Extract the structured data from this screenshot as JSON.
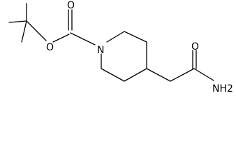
{
  "molecule": {
    "atoms": {
      "carbonyl_oxygen": "O",
      "ester_oxygen": "O",
      "ring_nitrogen": "N",
      "amide_oxygen": "O",
      "amide_nitrogen": "NH2"
    }
  }
}
